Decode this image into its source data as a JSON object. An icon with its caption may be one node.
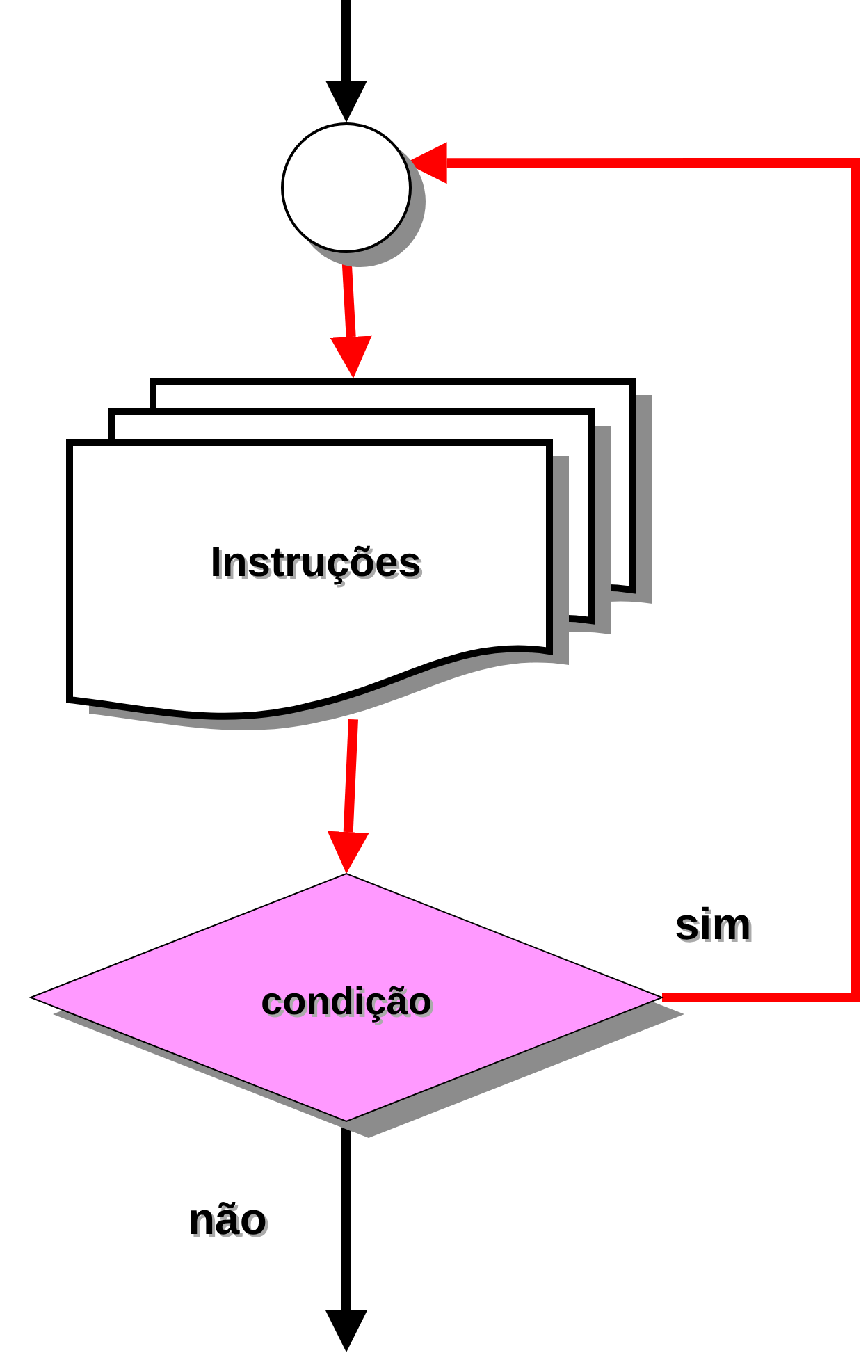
{
  "diagram": {
    "nodes": [
      {
        "text": [],
        "shape": "circle"
      },
      {
        "text": [
          "Instruções"
        ]
      },
      {
        "text": [
          "condição"
        ]
      }
    ],
    "edges": [
      {
        "from": null,
        "to": 0,
        "arrow": "to",
        "color": "#000000"
      },
      {
        "from": 0,
        "to": 1,
        "arrow": "to"
      },
      {
        "from": 1,
        "to": 2,
        "arrow": "to"
      },
      {
        "from": 2,
        "to": 0,
        "arrow": "to",
        "label": "sim"
      },
      {
        "from": 2,
        "to": null,
        "arrow": "to",
        "label": "não",
        "color": "#000000"
      }
    ]
  }
}
